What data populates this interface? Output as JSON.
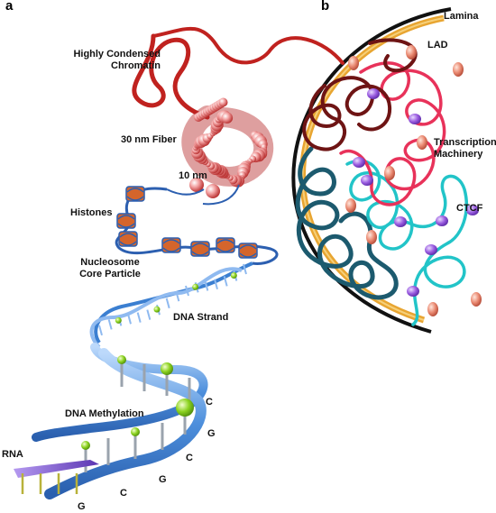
{
  "panels": {
    "a": "a",
    "b": "b"
  },
  "labels": {
    "condensed_line1": "Highly Condensed",
    "condensed_line2": "Chromatin",
    "fiber30": "30 nm Fiber",
    "nm10": "10 nm",
    "histones": "Histones",
    "nucleosome_line1": "Nucleosome",
    "nucleosome_line2": "Core Particle",
    "dna_strand": "DNA Strand",
    "dna_methylation": "DNA Methylation",
    "rna": "RNA",
    "bases": [
      "C",
      "G",
      "C",
      "G",
      "C",
      "G"
    ],
    "lamina": "Lamina",
    "lad": "LAD",
    "transcription_line1": "Transcription",
    "transcription_line2": "Machinery",
    "ctcf": "CTCF"
  },
  "colors": {
    "chromatin_red": "#c0221f",
    "fiber_pink": "#e06a6a",
    "dna_blue": "#4a8fd8",
    "methyl_green": "#7cc21a",
    "histone_orange": "#d4652c",
    "rna_purple": "#7a52c7",
    "lamina_gold": "#e8a531",
    "nuclear_border": "#111111",
    "lad_maroon": "#6e1414",
    "loop_pink": "#e8325a",
    "loop_teal": "#1c5a6e",
    "loop_cyan": "#22c4c8",
    "ctcf_purple": "#8a4fd6",
    "tm_salmon": "#e07a63"
  }
}
